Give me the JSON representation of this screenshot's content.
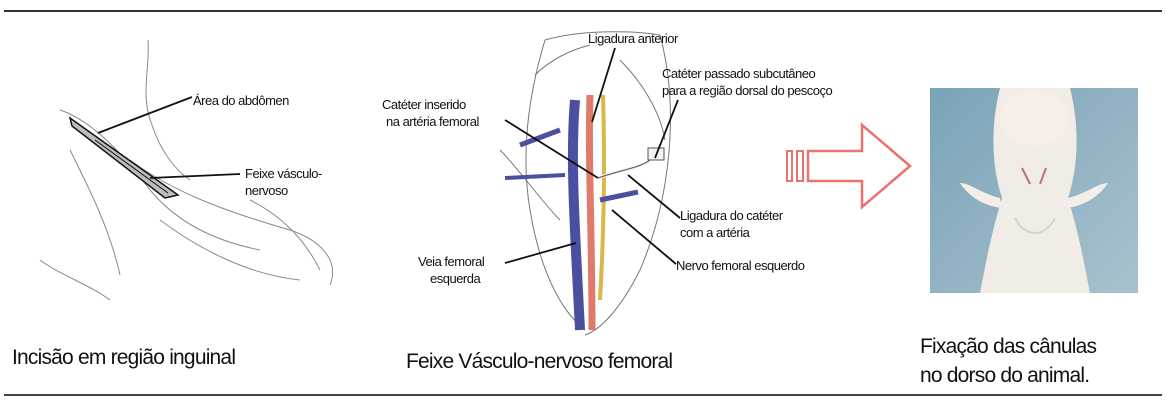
{
  "panels": {
    "incision": {
      "caption": "Incisão em região inguinal",
      "labels": {
        "abdomen": "Área do abdômen",
        "bundle_line1": "Feixe vásculo-",
        "bundle_line2": "nervoso"
      }
    },
    "femoral": {
      "caption": "Feixe Vásculo-nervoso femoral",
      "labels": {
        "anterior_ligature": "Ligadura anterior",
        "cath_sub_line1": "Catéter passado subcutâneo",
        "cath_sub_line2": "para a região dorsal do pescoço",
        "cath_ins_line1": "Catéter inserido",
        "cath_ins_line2": "na artéria femoral",
        "cath_lig_line1": "Ligadura do catéter",
        "cath_lig_line2": "com a artéria",
        "vein_line1": "Veia femoral",
        "vein_line2": "esquerda",
        "nerve": "Nervo femoral esquerdo"
      }
    },
    "fixation": {
      "caption_line1": "Fixação das cânulas",
      "caption_line2": "no dorso do animal."
    }
  },
  "colors": {
    "vein": "#4a4fa0",
    "artery": "#e07a6a",
    "nerve": "#d9b84a",
    "arrow": "#e8736e"
  }
}
